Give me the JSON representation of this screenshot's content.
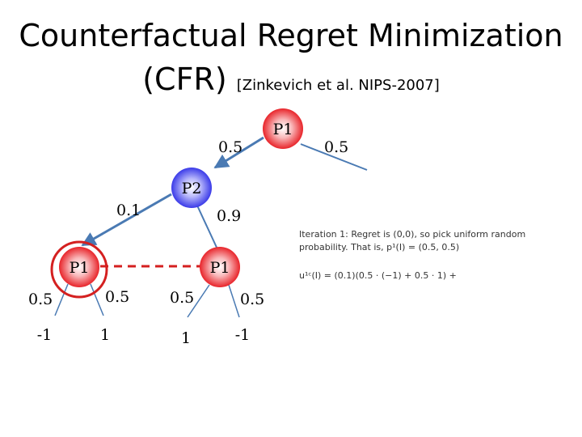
{
  "title": {
    "line1": "Counterfactual Regret Minimization",
    "line2_main": "(CFR)",
    "line2_cite": "[Zinkevich et al. NIPS-2007]"
  },
  "tree": {
    "root": {
      "label": "P1",
      "color": "#e8242a"
    },
    "root_edges": {
      "left": "0.5",
      "right": "0.5"
    },
    "p2": {
      "label": "P2",
      "color": "#3a3ae8"
    },
    "p2_edges": {
      "left": "0.1",
      "right": "0.9"
    },
    "p1_left": {
      "label": "P1",
      "color": "#e8242a"
    },
    "p1_right": {
      "label": "P1",
      "color": "#e8242a"
    },
    "p1_left_edges": {
      "left": "0.5",
      "right": "0.5"
    },
    "p1_right_edges": {
      "left": "0.5",
      "right": "0.5"
    },
    "leaves": [
      "-1",
      "1",
      "1",
      "-1"
    ],
    "infoset_color": "#d42020"
  },
  "notes": {
    "line1": "Iteration 1: Regret is (0,0), so pick uniform random",
    "line2": "probability. That is, p¹(I) = (0.5, 0.5)",
    "line3": "u¹ᶜ(I) = (0.1)(0.5 · (−1) + 0.5 · 1) +"
  }
}
